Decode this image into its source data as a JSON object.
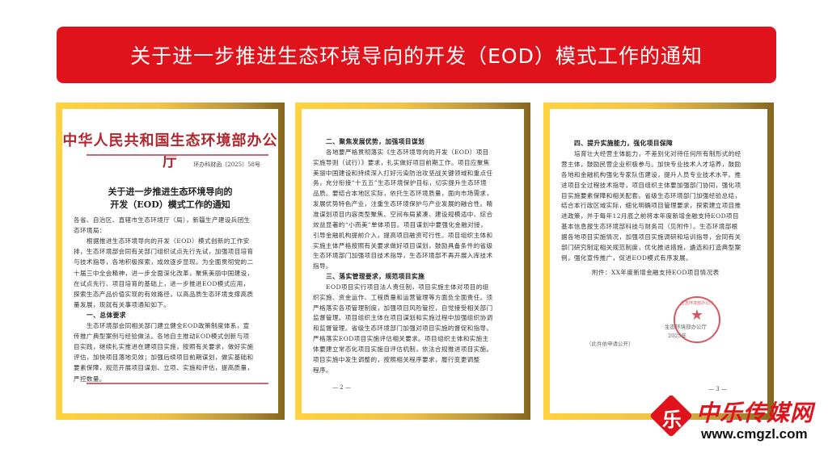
{
  "banner": {
    "title": "关于进一步推进生态环境导向的开发（EOD）模式工作的通知"
  },
  "page1": {
    "org": "中华人民共和国生态环境部办公厅",
    "doc_no": "环办科财函〔2025〕58号",
    "title_lines": [
      "关于进一步推进生态环境导向的",
      "开发（EOD）模式工作的通知"
    ],
    "lines": [
      {
        "t": "各省、自治区、直辖市生态环境厅（局），新疆生产建设兵团生",
        "i": 0
      },
      {
        "t": "态环境局：",
        "i": 0
      },
      {
        "t": "根据推进生态环境导向的开发（EOD）模式创新的工作安",
        "i": 1
      },
      {
        "t": "排，生态环境部会同有关部门组织试点先行先试，加强项目培育",
        "i": 0
      },
      {
        "t": "与技术指导，各地积极探索，成效逐步显现。为全面贯彻党的二",
        "i": 0
      },
      {
        "t": "十届三中全会精神，进一步全面深化改革，聚焦美丽中国建设，",
        "i": 0
      },
      {
        "t": "在试点先行、项目培育的基础上，进一步推进EOD模式应用，",
        "i": 0
      },
      {
        "t": "探索生态产品价值实现的有效路径，以高品质生态环境支撑高质",
        "i": 0
      },
      {
        "t": "量发展，现就有关事项通知如下。",
        "i": 0
      },
      {
        "t": "一、总体要求",
        "i": 1,
        "h": 1
      },
      {
        "t": "生态环境部会同相关部门建立健全EOD政策制度体系，宣",
        "i": 1
      },
      {
        "t": "传推广典型案例与经验做法。各地自主推动EOD模式创新与项",
        "i": 0
      },
      {
        "t": "目实践，继续扎实推进在建项目实施，按照有关要求，做好实施",
        "i": 0
      },
      {
        "t": "评估，加快项目落地见效；加强后续项目前期谋划，做实基础和",
        "i": 0
      },
      {
        "t": "要素保障，规范开展项目谋划、立项、实施和评估，提高质量，",
        "i": 0
      },
      {
        "t": "严控数量。",
        "i": 0
      }
    ]
  },
  "page2": {
    "lines": [
      {
        "t": "二、聚焦发展优势，加强项目谋划",
        "i": 1,
        "h": 1
      },
      {
        "t": "各地要严格贯彻落实《生态环境导向的开发（EOD）项目",
        "i": 1
      },
      {
        "t": "实施导则（试行）》要求，扎实做好项目前期工作。项目应聚焦",
        "i": 0
      },
      {
        "t": "美丽中国建设和持续深入打好污染防治攻坚战关键领域和重点任",
        "i": 0
      },
      {
        "t": "务，充分衔接“十五五”生态环境保护目标，切实提升生态环境",
        "i": 0
      },
      {
        "t": "品质。要结合本地区实际，依托生态环境质量，面向市场需求，",
        "i": 0
      },
      {
        "t": "发展优势特色产业，注重生态环境保护与产业发展的融合性。精",
        "i": 0
      },
      {
        "t": "准谋划项目内容类型聚焦、空间布局紧凑、建设规模适中、综合",
        "i": 0
      },
      {
        "t": "效益显著的“小而美”单体项目。项目谋划中要强化金融对接，",
        "i": 0
      },
      {
        "t": "引导金融机构提前介入，提高项目融资可行性。项目组织主体和",
        "i": 0
      },
      {
        "t": "实施主体严格按照有关要求做好项目谋划，鼓励具备条件的省级",
        "i": 0
      },
      {
        "t": "生态环境部门加强项目技术指导，生态环境部不再开展入库技术",
        "i": 0
      },
      {
        "t": "指导。",
        "i": 0
      },
      {
        "t": "三、落实管理要求，规范项目实施",
        "i": 1,
        "h": 1
      },
      {
        "t": "EOD项目实行项目法人责任制，项目实施主体对项目的组",
        "i": 1
      },
      {
        "t": "织实施、资金运作、工程质量和运营管理等方面负全面责任。须",
        "i": 0
      },
      {
        "t": "严格落实各项管理制度，加强项目风险管控，自觉接受相关部门",
        "i": 0
      },
      {
        "t": "监督管理。项目组织主体在项目谋划和实施过程中加强组织协调",
        "i": 0
      },
      {
        "t": "和监督管理。省级生态环境部门加强对项目实施的督促和指导。",
        "i": 0
      },
      {
        "t": "严格落实EOD项目实施评估相关要求。项目组织主体和实施主",
        "i": 0
      },
      {
        "t": "体要建立常态化项目实施自评估机制，依法合规推进项目实施。",
        "i": 0
      },
      {
        "t": "项目实施中发生调整的，按照相关程序要求，履行变更调整",
        "i": 0
      },
      {
        "t": "程序。",
        "i": 0
      }
    ],
    "page_no": "— 2 —"
  },
  "page3": {
    "lines": [
      {
        "t": "四、提升实施能力，强化项目保障",
        "i": 1,
        "h": 1
      },
      {
        "t": "培育壮大经营主体能力，不差别化对待任何所有制形式的经",
        "i": 1
      },
      {
        "t": "营主体，鼓励民营企业积极参与。加快专业技术人才培养，鼓励",
        "i": 0
      },
      {
        "t": "各地和金融机构强化专家队伍建设，提升人员专业技术水平。推",
        "i": 0
      },
      {
        "t": "进项目全过程技术指导，项目组织主体要加强部门协同，强化项",
        "i": 0
      },
      {
        "t": "目实施要素保障和相关配套。省级生态环境部门加强经验总结，",
        "i": 0
      },
      {
        "t": "结合本行政区域实际，细化明确项目管理要求，探索建立项目推",
        "i": 0
      },
      {
        "t": "进政策，并于每年12月底之前将本年度新增金融支持EOD项目",
        "i": 0
      },
      {
        "t": "基本信息报生态环境部科技与财务司（见附件）。生态环境部根",
        "i": 0
      },
      {
        "t": "据各地项目实施情况，加强项目实施调研和培训指导，会同有关",
        "i": 0
      },
      {
        "t": "部门研究制定相关规范制度，优化推进措施，遴选和打造典型案",
        "i": 0
      },
      {
        "t": "例，强化宣传推广，促进EOD模式有序发展。",
        "i": 0
      }
    ],
    "attachment": "附件：XX年度新增金融支持EOD项目情况表",
    "signature_org": "生态环境部办公厅",
    "signature_date": "2025年",
    "seal_text": "生态环境部办公厅",
    "disclosure": "（此件依申请公开）",
    "page_no": "— 3 —"
  },
  "watermark": {
    "name": "中乐传媒网",
    "mark": "乐",
    "url": "www.cmgzl.com",
    "brand_color": "#e0121b"
  }
}
